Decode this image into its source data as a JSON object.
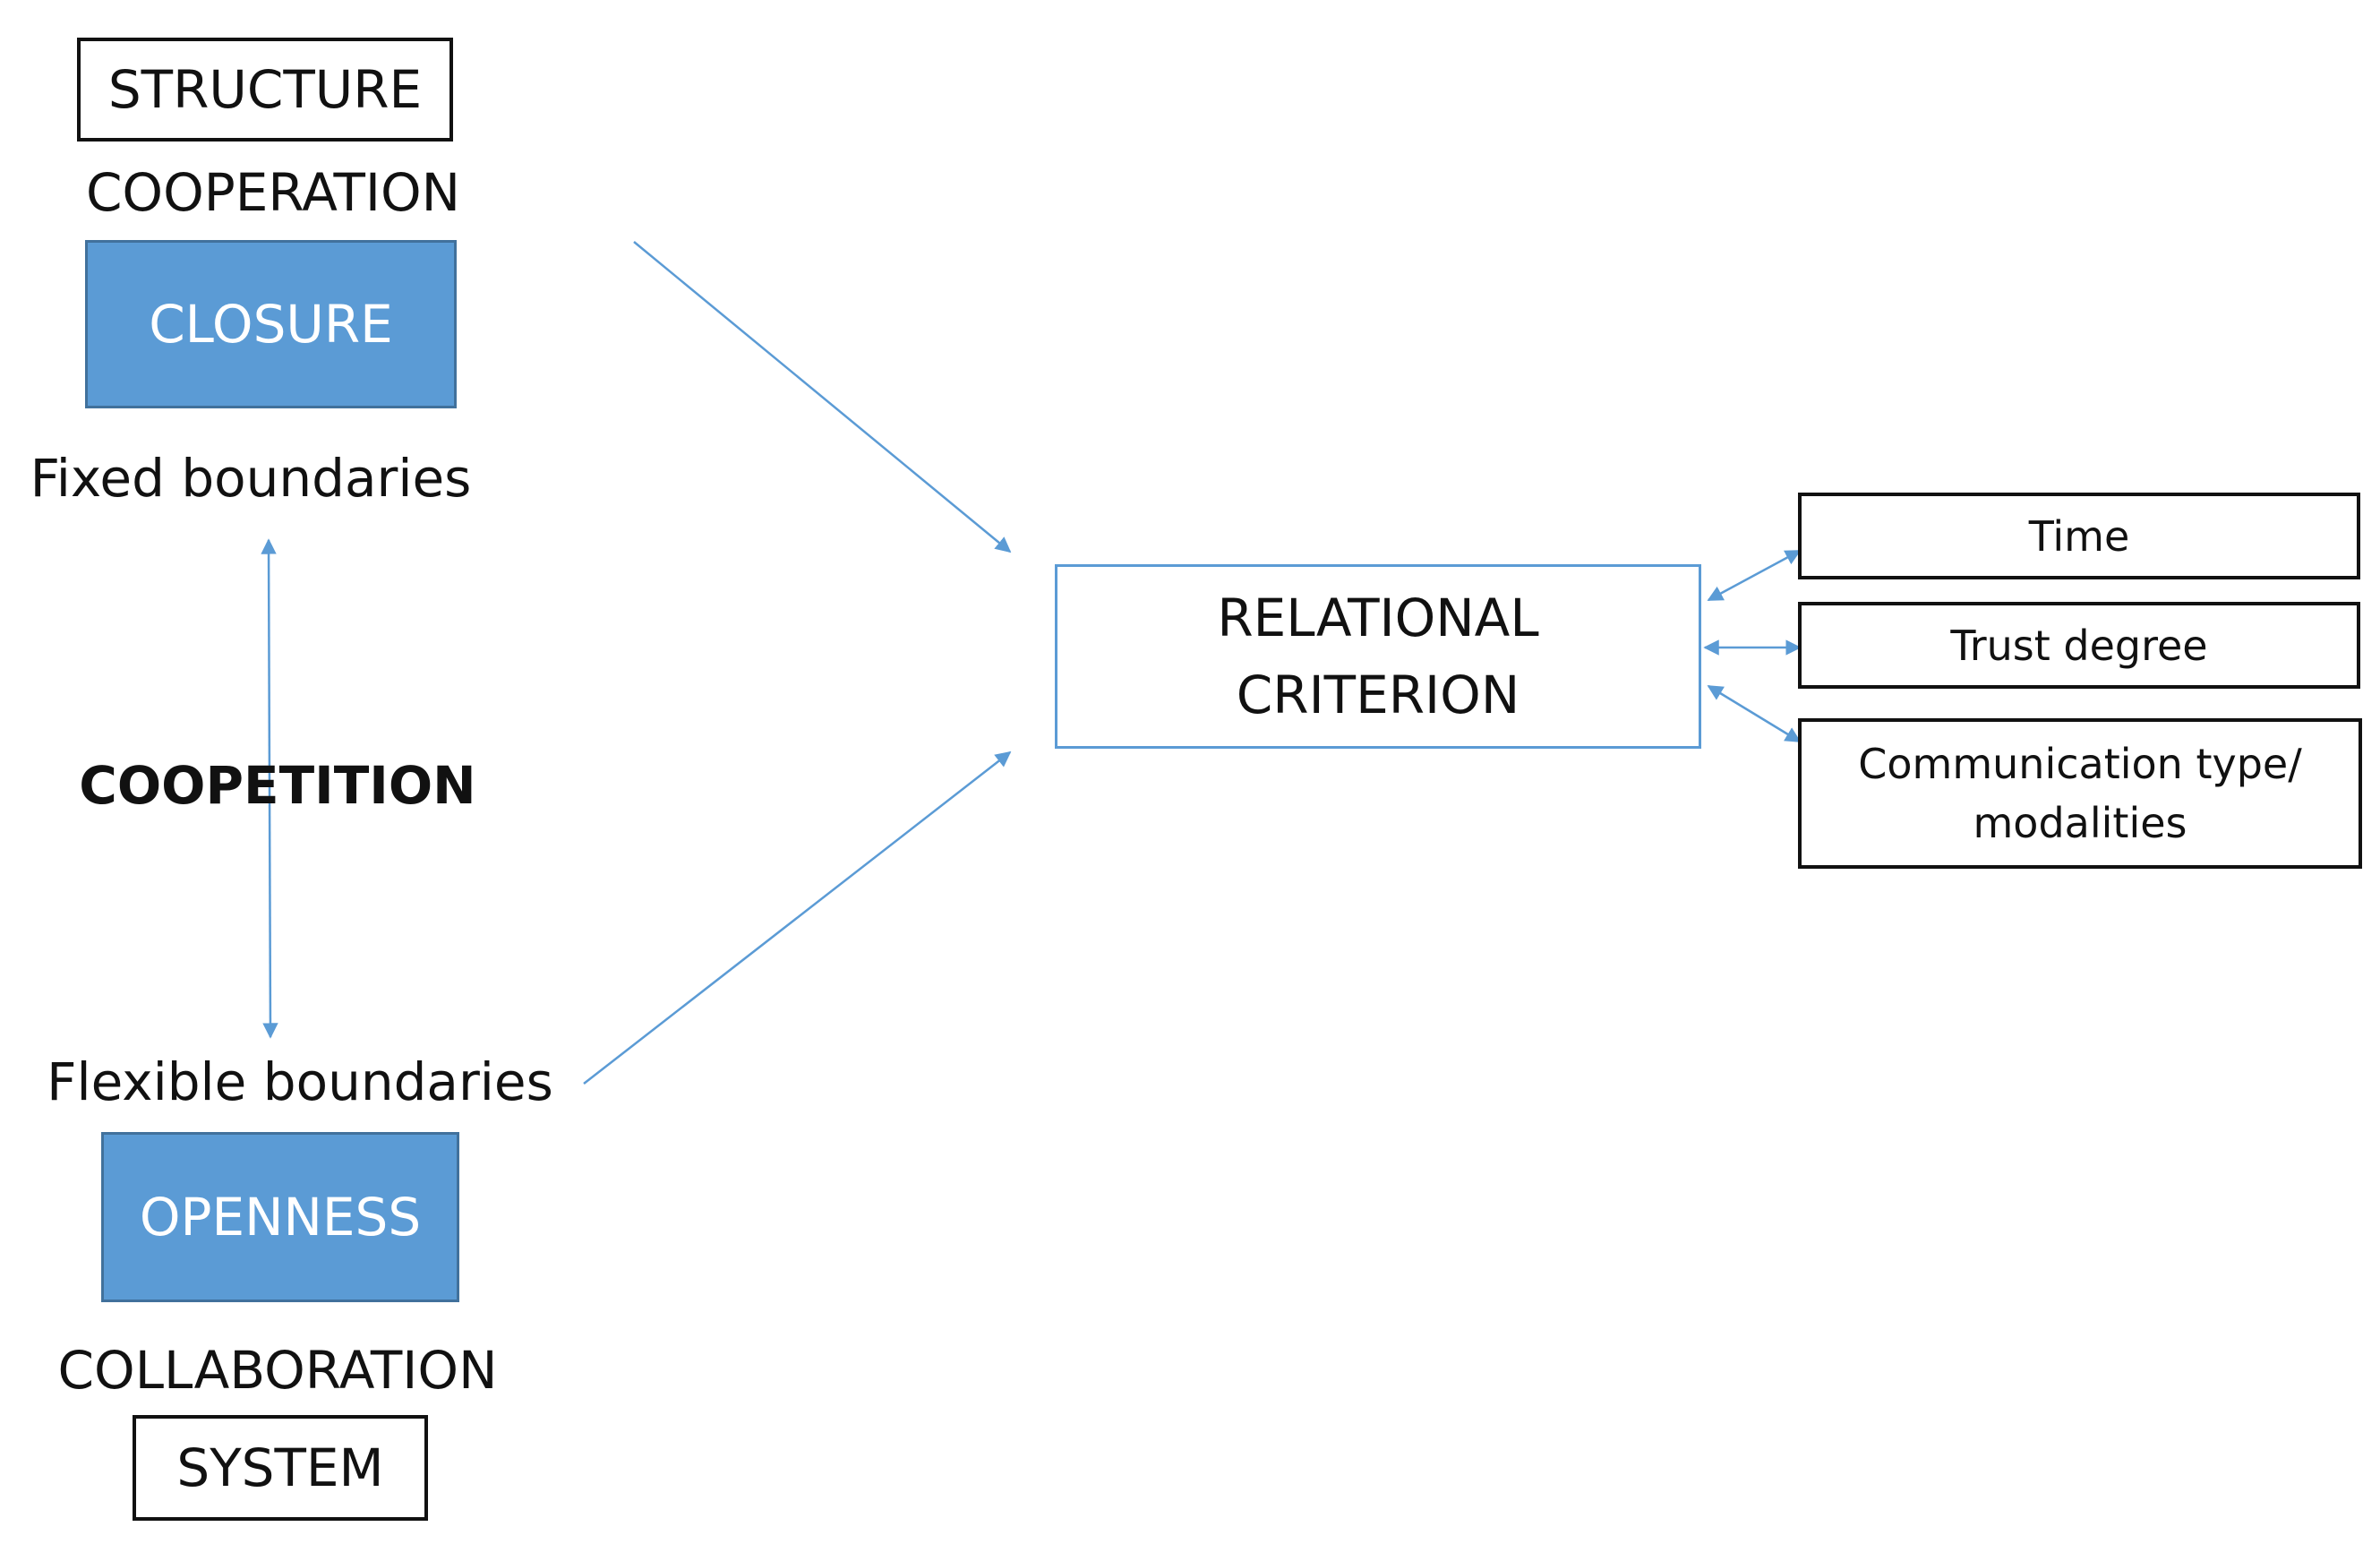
{
  "left_column": {
    "structure_label": "STRUCTURE",
    "cooperation_label": "COOPERATION",
    "closure_label": "CLOSURE",
    "fixed_boundaries_label": "Fixed boundaries",
    "coopetition_label": "COOPETITION",
    "flexible_boundaries_label": "Flexible boundaries",
    "openness_label": "OPENNESS",
    "collaboration_label": "COLLABORATION",
    "system_label": "SYSTEM"
  },
  "center": {
    "relational_line1": "RELATIONAL",
    "relational_line2": "CRITERION"
  },
  "right_column": {
    "time_label": "Time",
    "trust_label": "Trust degree",
    "communication_line1": "Communication type/",
    "communication_line2": "modalities"
  },
  "colors": {
    "box_fill": "#5b9bd5",
    "box_border": "#41719c",
    "arrow": "#5b9bd5",
    "text": "#111111"
  }
}
